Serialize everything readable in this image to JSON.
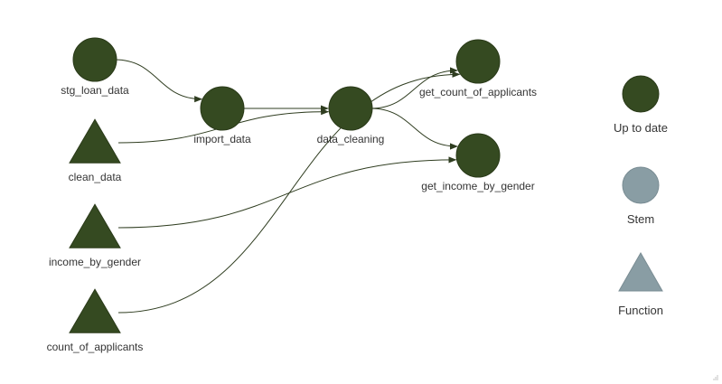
{
  "colors": {
    "up_to_date": "#354a21",
    "stem": "#899da4",
    "function": "#899da4",
    "edge": "#2f3d20",
    "label": "#343434"
  },
  "nodes": [
    {
      "id": "stg_loan_data",
      "label": "stg_loan_data",
      "shape": "circle",
      "status": "up_to_date"
    },
    {
      "id": "clean_data",
      "label": "clean_data",
      "shape": "triangle",
      "status": "up_to_date"
    },
    {
      "id": "income_by_gender",
      "label": "income_by_gender",
      "shape": "triangle",
      "status": "up_to_date"
    },
    {
      "id": "count_of_applicants",
      "label": "count_of_applicants",
      "shape": "triangle",
      "status": "up_to_date"
    },
    {
      "id": "import_data",
      "label": "import_data",
      "shape": "circle",
      "status": "up_to_date"
    },
    {
      "id": "data_cleaning",
      "label": "data_cleaning",
      "shape": "circle",
      "status": "up_to_date"
    },
    {
      "id": "get_count_of_applicants",
      "label": "get_count_of_applicants",
      "shape": "circle",
      "status": "up_to_date"
    },
    {
      "id": "get_income_by_gender",
      "label": "get_income_by_gender",
      "shape": "circle",
      "status": "up_to_date"
    }
  ],
  "edges": [
    {
      "from": "stg_loan_data",
      "to": "import_data"
    },
    {
      "from": "clean_data",
      "to": "data_cleaning"
    },
    {
      "from": "import_data",
      "to": "data_cleaning"
    },
    {
      "from": "income_by_gender",
      "to": "get_income_by_gender"
    },
    {
      "from": "count_of_applicants",
      "to": "get_count_of_applicants"
    },
    {
      "from": "data_cleaning",
      "to": "get_count_of_applicants"
    },
    {
      "from": "data_cleaning",
      "to": "get_income_by_gender"
    }
  ],
  "legend": [
    {
      "label": "Up to date",
      "shape": "circle",
      "status": "up_to_date"
    },
    {
      "label": "Stem",
      "shape": "circle",
      "status": "stem"
    },
    {
      "label": "Function",
      "shape": "triangle",
      "status": "function"
    }
  ]
}
